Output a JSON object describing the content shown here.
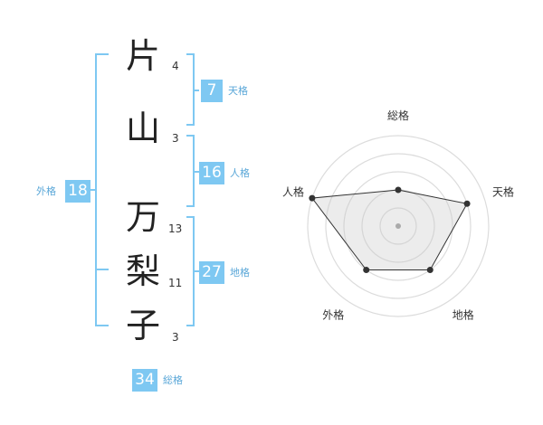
{
  "name": {
    "chars": [
      {
        "char": "片",
        "strokes": "4"
      },
      {
        "char": "山",
        "strokes": "3"
      },
      {
        "char": "万",
        "strokes": "13"
      },
      {
        "char": "梨",
        "strokes": "11"
      },
      {
        "char": "子",
        "strokes": "3"
      }
    ]
  },
  "kakaku": {
    "tenkaku": {
      "value": "7",
      "label": "天格"
    },
    "jinkaku": {
      "value": "16",
      "label": "人格"
    },
    "chikaku": {
      "value": "27",
      "label": "地格"
    },
    "gaikaku": {
      "value": "18",
      "label": "外格"
    },
    "soukaku": {
      "value": "34",
      "label": "総格"
    }
  },
  "colors": {
    "accent": "#7ec8f2",
    "bracket": "#7ec8f2"
  },
  "chart_data": {
    "type": "radar",
    "axes": [
      "総格",
      "天格",
      "地格",
      "外格",
      "人格"
    ],
    "values": [
      2,
      4,
      3,
      3,
      5
    ],
    "max": 5
  }
}
